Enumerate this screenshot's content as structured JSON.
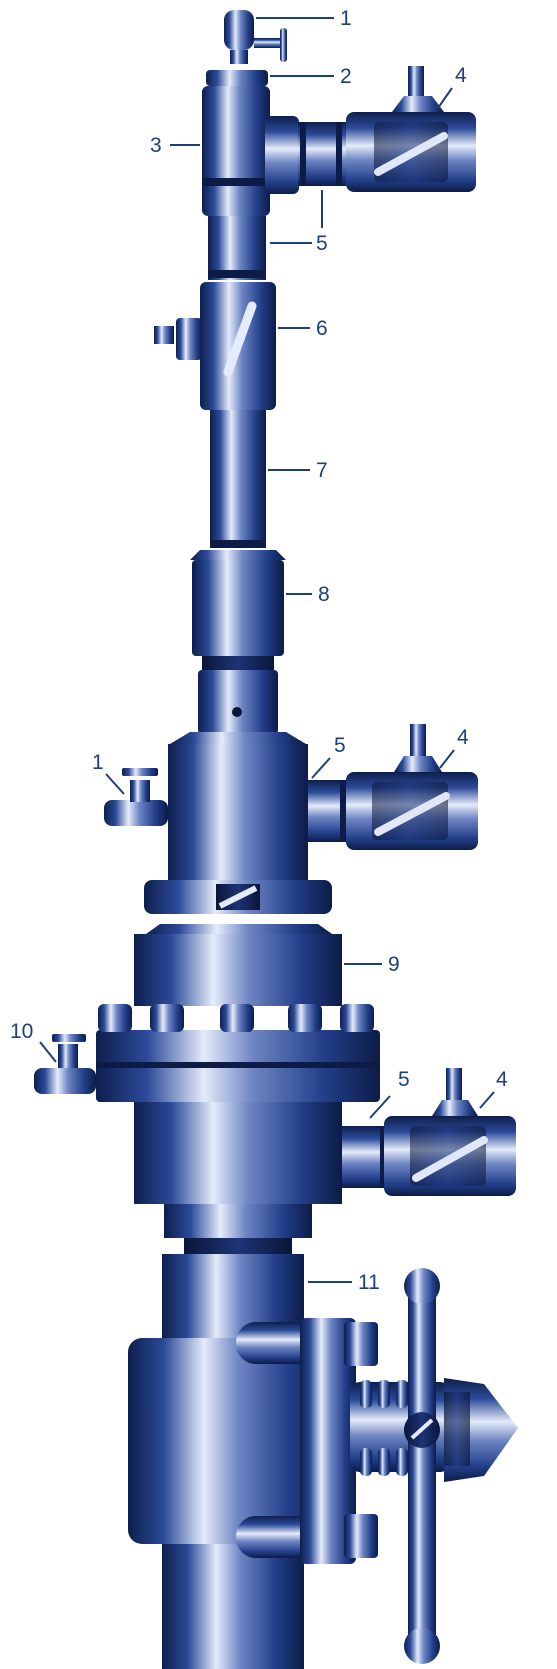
{
  "callouts": [
    {
      "id": "c1a",
      "label": "1"
    },
    {
      "id": "c2",
      "label": "2"
    },
    {
      "id": "c3",
      "label": "3"
    },
    {
      "id": "c4a",
      "label": "4"
    },
    {
      "id": "c5a",
      "label": "5"
    },
    {
      "id": "c6",
      "label": "6"
    },
    {
      "id": "c7",
      "label": "7"
    },
    {
      "id": "c8",
      "label": "8"
    },
    {
      "id": "c5b",
      "label": "5"
    },
    {
      "id": "c4b",
      "label": "4"
    },
    {
      "id": "c1b",
      "label": "1"
    },
    {
      "id": "c9",
      "label": "9"
    },
    {
      "id": "c10",
      "label": "10"
    },
    {
      "id": "c5c",
      "label": "5"
    },
    {
      "id": "c4c",
      "label": "4"
    },
    {
      "id": "c11",
      "label": "11"
    }
  ],
  "colors": {
    "steel_dark": "#12265a",
    "steel_mid": "#2c4a94",
    "steel_light": "#c8d4ef",
    "label": "#1c3f7a",
    "background": "#ffffff"
  }
}
